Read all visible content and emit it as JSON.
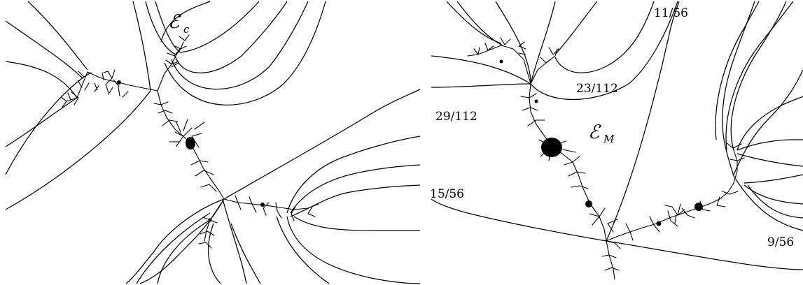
{
  "left_panel": {
    "label_main": "ℰ",
    "label_sub": "c"
  },
  "right_panel": {
    "label_main": "ℰ",
    "label_sub": "M",
    "angle_labels": {
      "a1": "11/56",
      "a2": "23/112",
      "a3": "29/112",
      "a4": "15/56",
      "a5": "9/56"
    }
  }
}
